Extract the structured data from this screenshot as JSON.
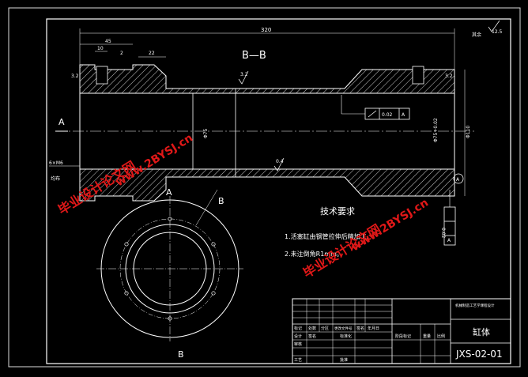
{
  "view_title": "B—B",
  "overall_length": "320",
  "dim_45": "45",
  "dim_10": "10",
  "dim_2": "2",
  "dim_22": "22",
  "roughness_main": "3.2",
  "roughness_bore": "0.4",
  "roughness_left": "3.2",
  "roughness_right": "3.2",
  "roughness_corner": "12.5",
  "roughness_corner_note": "其余",
  "dia_bore": "Φ75",
  "dia_outer": "Φ75+0.02",
  "dia_right": "Φ110",
  "label_A_left": "A",
  "label_A_top": "A",
  "label_B_top": "B",
  "label_B_bottom": "B",
  "datum_A_circle": "A",
  "left_note_thread": "6×M6",
  "left_note_depth": "均布",
  "gtol_value": "0.02",
  "gtol_datum": "A",
  "gtol_vert_value": "0.02",
  "gtol_vert_datum": "A",
  "tech_title": "技术要求",
  "tech_notes": [
    "1.活塞缸由钢管拉伸后精加工。",
    "2.未注倒角R1mm。"
  ],
  "tb_school": "机械制造工艺学课程设计",
  "tb_part_name": "缸体",
  "tb_drawing_no": "JXS-02-01",
  "tb_row1": [
    "标记",
    "处数",
    "分区",
    "更改文件号",
    "签名",
    "年月日"
  ],
  "tb_row2": [
    "设计",
    "签名",
    "",
    "标准化",
    "",
    ""
  ],
  "tb_row3": [
    "审核"
  ],
  "tb_row4": [
    "工艺",
    "",
    "",
    "批准"
  ],
  "tb_stage": "阶段标记",
  "tb_weight": "重量",
  "tb_scale": "比例",
  "watermark_cn": "毕业设计论文网",
  "watermark_url": "www.2BYSJ.cn"
}
